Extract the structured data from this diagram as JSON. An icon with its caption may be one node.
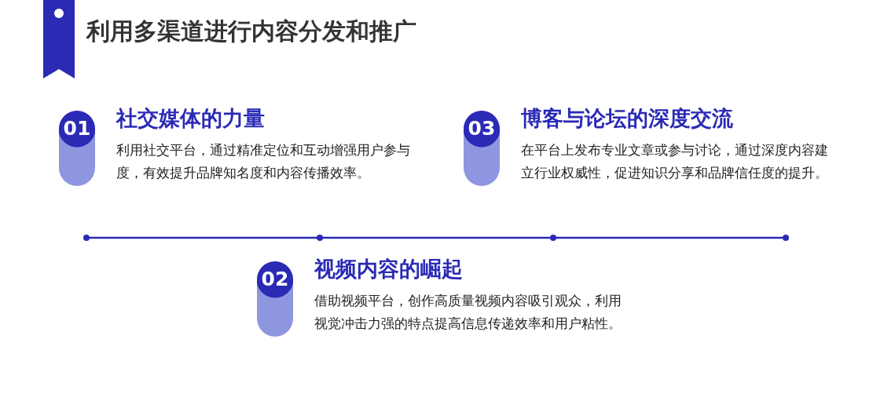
{
  "diagram": {
    "title": "利用多渠道进行内容分发和推广",
    "nodes": [
      {
        "text": [
          "01",
          "社交媒体的力量",
          "利用社交平台，通过精准定位和互动增强用户参与度，有效提升品牌知名度和内容传播效率。"
        ]
      },
      {
        "text": [
          "03",
          "博客与论坛的深度交流",
          "在平台上发布专业文章或参与讨论，通过深度内容建立行业权威性，促进知识分享和品牌信任度的提升。"
        ]
      },
      {
        "text": [
          "02",
          "视频内容的崛起",
          "借助视频平台，创作高质量视频内容吸引观众，利用视觉冲击力强的特点提高信息传递效率和用户粘性。"
        ]
      }
    ],
    "edges": []
  }
}
